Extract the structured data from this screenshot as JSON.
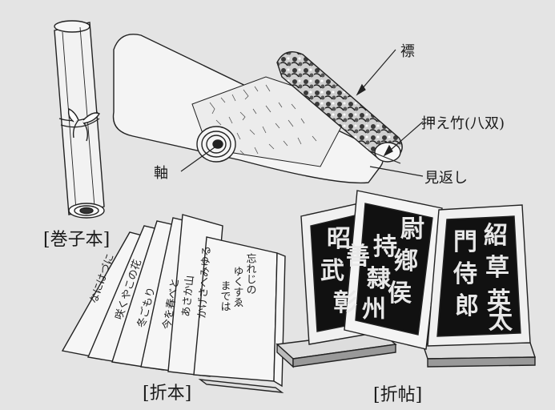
{
  "labels": {
    "kansubon": "[巻子本]",
    "orihon": "[折本]",
    "orijo": "[折帖]",
    "hyo": "褾",
    "osaedake": "押え竹(八双)",
    "jiku": "軸",
    "mikaeshi": "見返し"
  },
  "orihon_text": {
    "col1": "なにはづに",
    "col2": "咲くやこの花",
    "col3": "冬ごもり",
    "col4": "今を春べと",
    "col5": "あさか山",
    "col6": "かげさへみゆる",
    "right1": "忘れじの",
    "right2": "ゆくすゑ",
    "right3": "までは"
  },
  "orijo_text": {
    "p1c1": "昭",
    "p1c2": "武",
    "p1c3": "彰",
    "p1c4": "善",
    "p2c1": "尉",
    "p2c2": "鄕",
    "p2c3": "侯",
    "p2c4": "持",
    "p2c5": "隸",
    "p2c6": "州",
    "p3c1": "紹",
    "p3c2": "草",
    "p3c3": "英",
    "p3c4": "門",
    "p3c5": "侍",
    "p3c6": "郎",
    "p3c7": "太"
  }
}
